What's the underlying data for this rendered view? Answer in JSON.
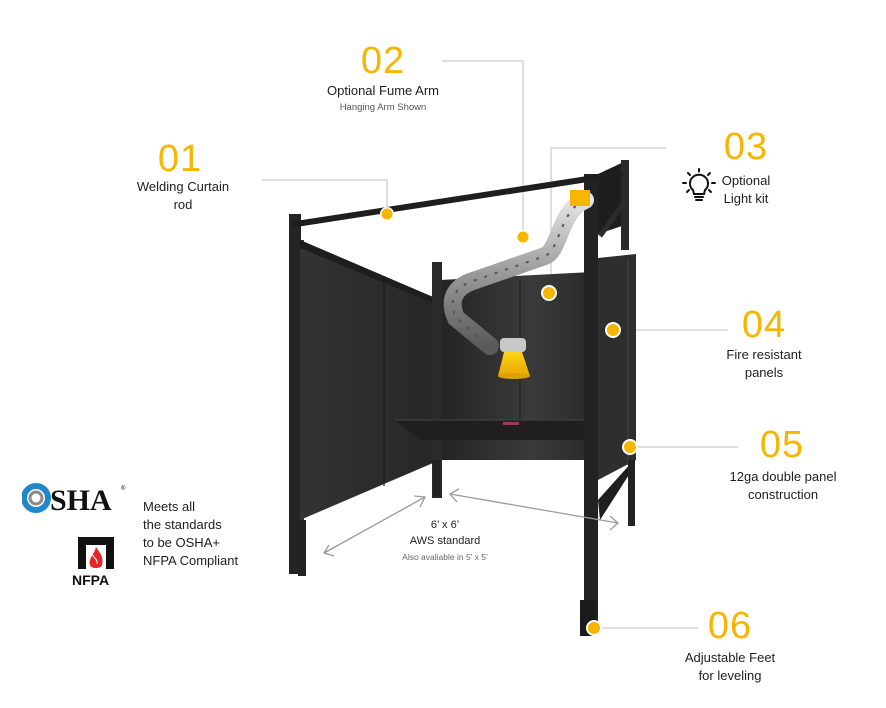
{
  "colors": {
    "accent": "#f7b500",
    "booth": "#2b2b2b",
    "booth_dark": "#1c1c1c",
    "leader_line": "#d0d0d0",
    "arrow": "#9a9a9a"
  },
  "callouts": [
    {
      "number": "01",
      "label": "Welding Curtain\nrod"
    },
    {
      "number": "02",
      "label": "Optional Fume Arm",
      "sublabel": "Hanging Arm Shown"
    },
    {
      "number": "03",
      "label": "Optional\nLight kit",
      "icon": "light-bulb-icon"
    },
    {
      "number": "04",
      "label": "Fire resistant\npanels"
    },
    {
      "number": "05",
      "label": "12ga double panel\nconstruction"
    },
    {
      "number": "06",
      "label": "Adjustable Feet\nfor leveling"
    }
  ],
  "dimensions": {
    "title": "6’ x 6’",
    "subtitle": "AWS standard",
    "note": "Also avaliable in 5’ x 5’"
  },
  "compliance": {
    "osha_logo_text": "OSHA",
    "nfpa_logo_text": "NFPA",
    "text": "Meets all\nthe standards\nto be OSHA+\nNFPA Compliant"
  }
}
